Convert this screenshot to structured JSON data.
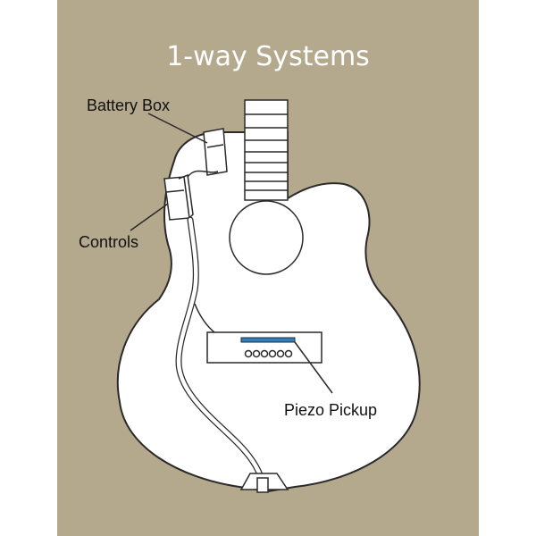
{
  "title": "1-way Systems",
  "labels": {
    "battery_box": "Battery Box",
    "controls": "Controls",
    "piezo_pickup": "Piezo Pickup"
  },
  "colors": {
    "background": "#b4a88d",
    "guitar_fill": "#ffffff",
    "outline": "#2a2a2a",
    "pickup_strip": "#2f7fbf",
    "title_text": "#ffffff"
  }
}
